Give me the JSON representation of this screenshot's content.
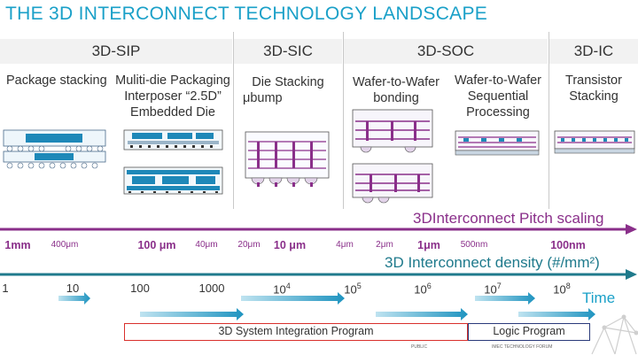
{
  "title": "THE 3D INTERCONNECT TECHNOLOGY LANDSCAPE",
  "categories": {
    "sip": "3D-SIP",
    "sic": "3D-SIC",
    "soc": "3D-SOC",
    "ic": "3D-IC"
  },
  "technologies": {
    "package_stacking": "Package stacking",
    "multi_die_1": "Muliti-die Packaging",
    "multi_die_2": "Interposer “2.5D”",
    "multi_die_3": "Embedded Die",
    "die_stacking_1": "Die Stacking",
    "die_stacking_2": "μbump",
    "w2w_bond_1": "Wafer-to-Wafer",
    "w2w_bond_2": "bonding",
    "w2w_seq_1": "Wafer-to-Wafer",
    "w2w_seq_2": "Sequential",
    "w2w_seq_3": "Processing",
    "transistor_1": "Transistor",
    "transistor_2": "Stacking"
  },
  "pitch_axis": {
    "label": "3DInterconnect Pitch scaling",
    "color": "#8a2f8a",
    "ticks": [
      {
        "label": "1mm",
        "big": true
      },
      {
        "label": "400μm",
        "big": false
      },
      {
        "label": "100 μm",
        "big": true
      },
      {
        "label": "40μm",
        "big": false
      },
      {
        "label": "20μm",
        "big": false
      },
      {
        "label": "10 μm",
        "big": true
      },
      {
        "label": "4μm",
        "big": false
      },
      {
        "label": "2μm",
        "big": false
      },
      {
        "label": "1μm",
        "big": true
      },
      {
        "label": "500nm",
        "big": false
      },
      {
        "label": "100nm",
        "big": true
      }
    ]
  },
  "density_axis": {
    "label": "3D Interconnect density (#/mm²)",
    "color": "#1f7a8c",
    "ticks": [
      {
        "base": "1",
        "exp": ""
      },
      {
        "base": "10",
        "exp": ""
      },
      {
        "base": "100",
        "exp": ""
      },
      {
        "base": "1000",
        "exp": ""
      },
      {
        "base": "10",
        "exp": "4"
      },
      {
        "base": "10",
        "exp": "5"
      },
      {
        "base": "10",
        "exp": "6"
      },
      {
        "base": "10",
        "exp": "7"
      },
      {
        "base": "10",
        "exp": "8"
      }
    ]
  },
  "time_label": "Time",
  "programs": {
    "system_integration": "3D System Integration Program",
    "logic": "Logic Program",
    "system_color": "#d9302c",
    "logic_color": "#2a3a7a"
  },
  "footer": {
    "public": "PUBLIC",
    "forum": "IMEC TECHNOLOGY FORUM"
  },
  "colors": {
    "accent": "#1aa0c8",
    "die": "#1e88b8",
    "arrow": "#2a9dc6"
  }
}
